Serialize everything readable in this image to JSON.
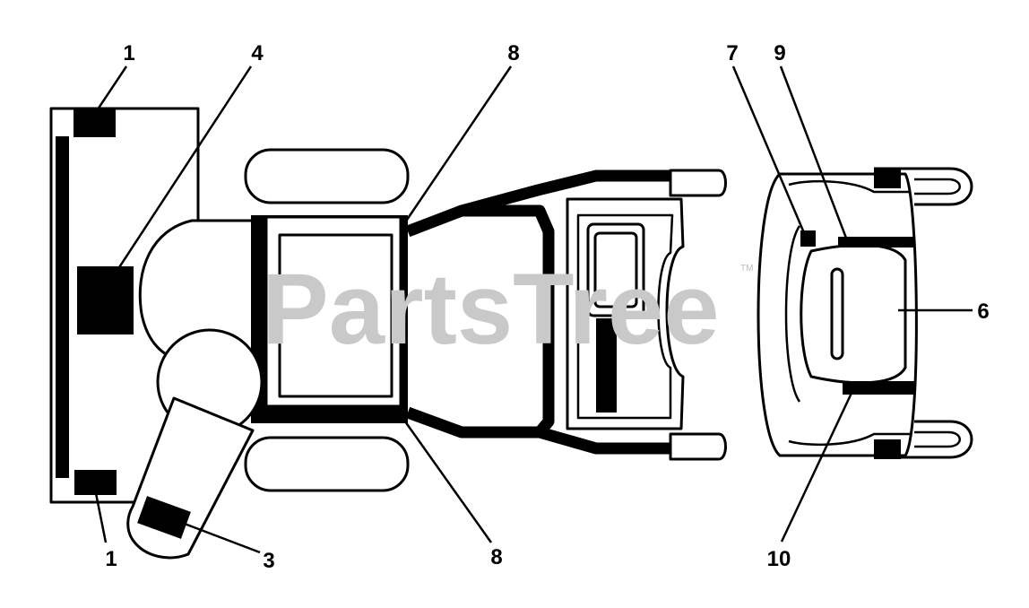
{
  "watermark": {
    "text": "PartsTree",
    "trademark": "TM"
  },
  "callouts": [
    {
      "id": "1a",
      "label": "1"
    },
    {
      "id": "4",
      "label": "4"
    },
    {
      "id": "8a",
      "label": "8"
    },
    {
      "id": "7",
      "label": "7"
    },
    {
      "id": "9",
      "label": "9"
    },
    {
      "id": "6",
      "label": "6"
    },
    {
      "id": "1b",
      "label": "1"
    },
    {
      "id": "3",
      "label": "3"
    },
    {
      "id": "8b",
      "label": "8"
    },
    {
      "id": "10",
      "label": "10"
    }
  ]
}
